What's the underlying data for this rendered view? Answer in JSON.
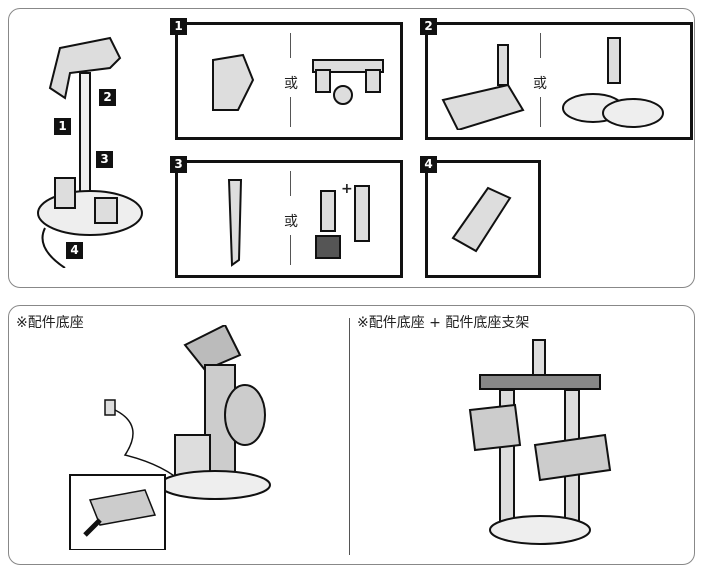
{
  "top": {
    "callouts": [
      "1",
      "2",
      "3",
      "4"
    ],
    "boxes": [
      {
        "number": "1",
        "or": "或"
      },
      {
        "number": "2",
        "or": "或"
      },
      {
        "number": "3",
        "or": "或",
        "plus": "+"
      },
      {
        "number": "4"
      }
    ]
  },
  "bottom": {
    "left_caption": "※配件底座",
    "right_caption": "※配件底座 + 配件底座支架"
  }
}
